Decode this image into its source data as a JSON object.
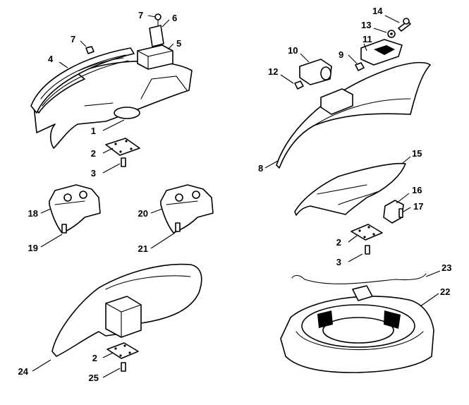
{
  "diagram": {
    "callouts": [
      "1",
      "2",
      "3",
      "4",
      "5",
      "6",
      "7",
      "7",
      "8",
      "9",
      "10",
      "11",
      "12",
      "13",
      "14",
      "15",
      "16",
      "17",
      "2",
      "3",
      "18",
      "19",
      "20",
      "21",
      "23",
      "22",
      "2",
      "24",
      "25"
    ]
  }
}
